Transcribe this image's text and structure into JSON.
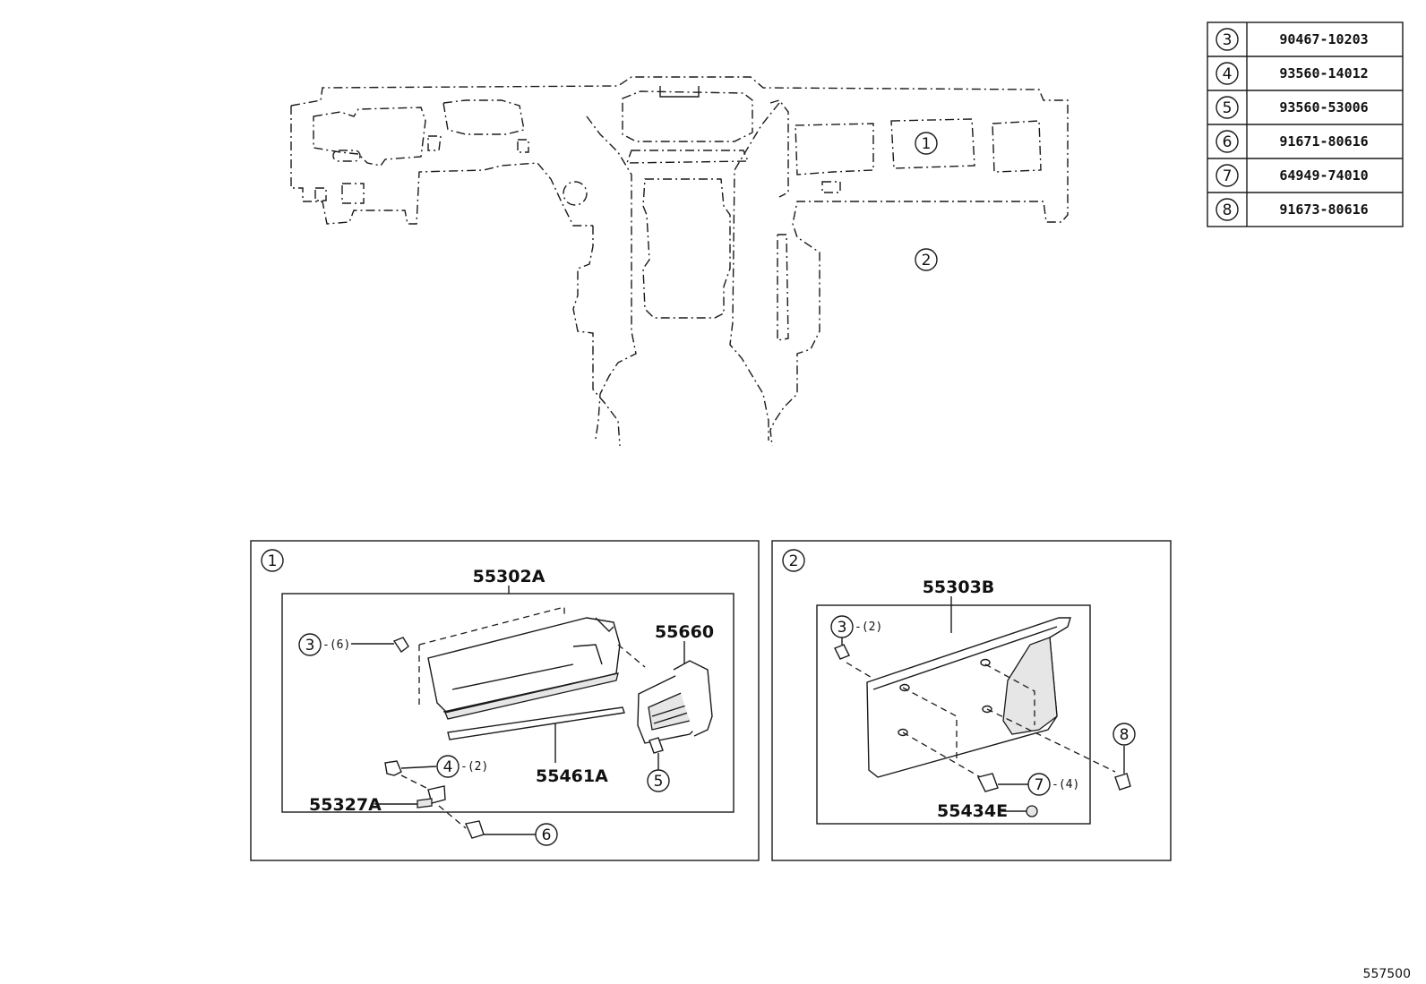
{
  "legend": [
    {
      "key": "3",
      "part": "90467-10203"
    },
    {
      "key": "4",
      "part": "93560-14012"
    },
    {
      "key": "5",
      "part": "93560-53006"
    },
    {
      "key": "6",
      "part": "91671-80616"
    },
    {
      "key": "7",
      "part": "64949-74010"
    },
    {
      "key": "8",
      "part": "91673-80616"
    }
  ],
  "overview": {
    "callout_1": "1",
    "callout_2": "2"
  },
  "panel_1": {
    "index": "1",
    "main_part": "55302A",
    "parts": {
      "vent": "55660",
      "strip": "55461A",
      "bracket": "55327A"
    },
    "callouts": {
      "c3": "3",
      "c3_qty": "-(6)",
      "c4": "4",
      "c4_qty": "-(2)",
      "c5": "5",
      "c6": "6"
    }
  },
  "panel_2": {
    "index": "2",
    "main_part": "55303B",
    "parts": {
      "cap": "55434E"
    },
    "callouts": {
      "c3": "3",
      "c3_qty": "-(2)",
      "c7": "7",
      "c7_qty": "-(4)",
      "c8": "8"
    }
  },
  "diagram_code": "557500"
}
